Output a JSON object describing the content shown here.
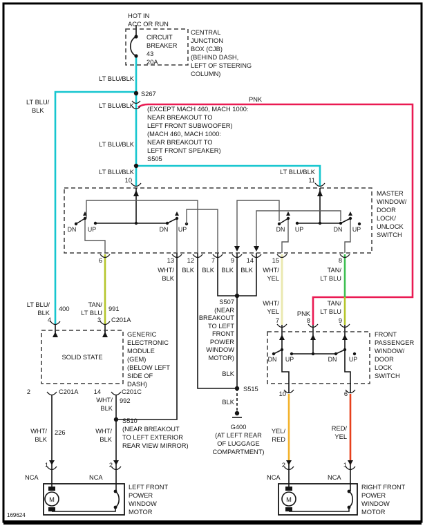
{
  "colors": {
    "lt_blu_blk": "#16C6CF",
    "pnk": "#EA1A52",
    "tan_lt_blu": "#3FBF52",
    "tan_lt_blu_alt": "#B5C52B",
    "wht_yel": "#EAE8B0",
    "yel_red": "#F3B22B",
    "red_yel": "#E6401C",
    "blk_wire": "#141414"
  },
  "t": {
    "hot1": "HOT IN",
    "hot2": "ACC OR RUN",
    "cb": [
      "CIRCUIT",
      "BREAKER",
      "43",
      "20A"
    ],
    "cjb": [
      "CENTRAL",
      "JUNCTION",
      "BOX (CJB)",
      "(BEHIND DASH,",
      "LEFT OF STEERING",
      "COLUMN)"
    ],
    "ltblublk": "LT BLU/BLK",
    "ltblu2": [
      "LT BLU/",
      "BLK"
    ],
    "pnk": "PNK",
    "s267": "S267",
    "s505b": [
      "(EXCEPT MACH 460, MACH 1000:",
      "NEAR BREAKOUT TO",
      "LEFT FRONT SUBWOOFER)",
      "(MACH 460, MACH 1000:",
      "NEAR BREAKOUT TO",
      "LEFT FRONT SPEAKER)",
      "S505"
    ],
    "master": [
      "MASTER",
      "WINDOW/",
      "DOOR",
      "LOCK/",
      "UNLOCK",
      "SWITCH"
    ],
    "fps": [
      "FRONT",
      "PASSENGER",
      "WINDOW/",
      "DOOR",
      "LOCK",
      "SWITCH"
    ],
    "dn": "DN",
    "up": "UP",
    "whtblk": [
      "WHT/",
      "BLK"
    ],
    "blk": "BLK",
    "whtyel": [
      "WHT/",
      "YEL"
    ],
    "tanltblu": [
      "TAN/",
      "LT BLU"
    ],
    "yelred": [
      "YEL/",
      "RED"
    ],
    "redyel": [
      "RED/",
      "YEL"
    ],
    "c400": "400",
    "c991": "991",
    "c226": "226",
    "c992": "992",
    "p1": "1",
    "p2": "2",
    "p3": "3",
    "p4": "4",
    "p6": "6",
    "p7": "7",
    "p8": "8",
    "p9": "9",
    "p10": "10",
    "p11": "11",
    "p12": "12",
    "p13": "13",
    "p14": "14",
    "p15": "15",
    "c201a": "C201A",
    "c201c": "C201C",
    "s507b": [
      "S507",
      "(NEAR",
      "BREAKOUT",
      "TO LEFT",
      "FRONT",
      "POWER",
      "WINDOW",
      "MOTOR)"
    ],
    "s515": "S515",
    "g400b": [
      "G400",
      "(AT LEFT REAR",
      "OF LUGGAGE",
      "COMPARTMENT)"
    ],
    "solid": "SOLID STATE",
    "gem": [
      "GENERIC",
      "ELECTRONIC",
      "MODULE",
      "(GEM)",
      "(BELOW LEFT",
      "SIDE OF",
      "DASH)"
    ],
    "s510b": [
      "S510",
      "(NEAR BREAKOUT",
      "TO LEFT EXTERIOR",
      "REAR VIEW MIRROR)"
    ],
    "nca": "NCA",
    "lfm": [
      "LEFT FRONT",
      "POWER",
      "WINDOW",
      "MOTOR"
    ],
    "rfm": [
      "RIGHT FRONT",
      "POWER",
      "WINDOW",
      "MOTOR"
    ],
    "m": "M",
    "sheet": "169624"
  }
}
